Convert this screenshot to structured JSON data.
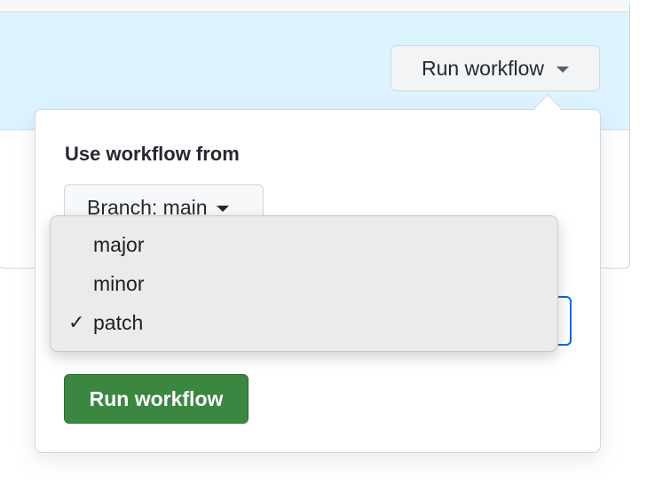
{
  "header": {
    "run_workflow_label": "Run workflow",
    "caret_icon": "triangle-down-icon"
  },
  "popover": {
    "title": "Use workflow from",
    "branch_button_label": "Branch: main",
    "submit_label": "Run workflow"
  },
  "dropdown": {
    "items": [
      {
        "label": "major",
        "selected": false
      },
      {
        "label": "minor",
        "selected": false
      },
      {
        "label": "patch",
        "selected": true
      }
    ],
    "check_icon": "✓"
  },
  "colors": {
    "banner": "#ddf4ff",
    "primary_green": "#3b8641",
    "focus_blue": "#0969da"
  }
}
